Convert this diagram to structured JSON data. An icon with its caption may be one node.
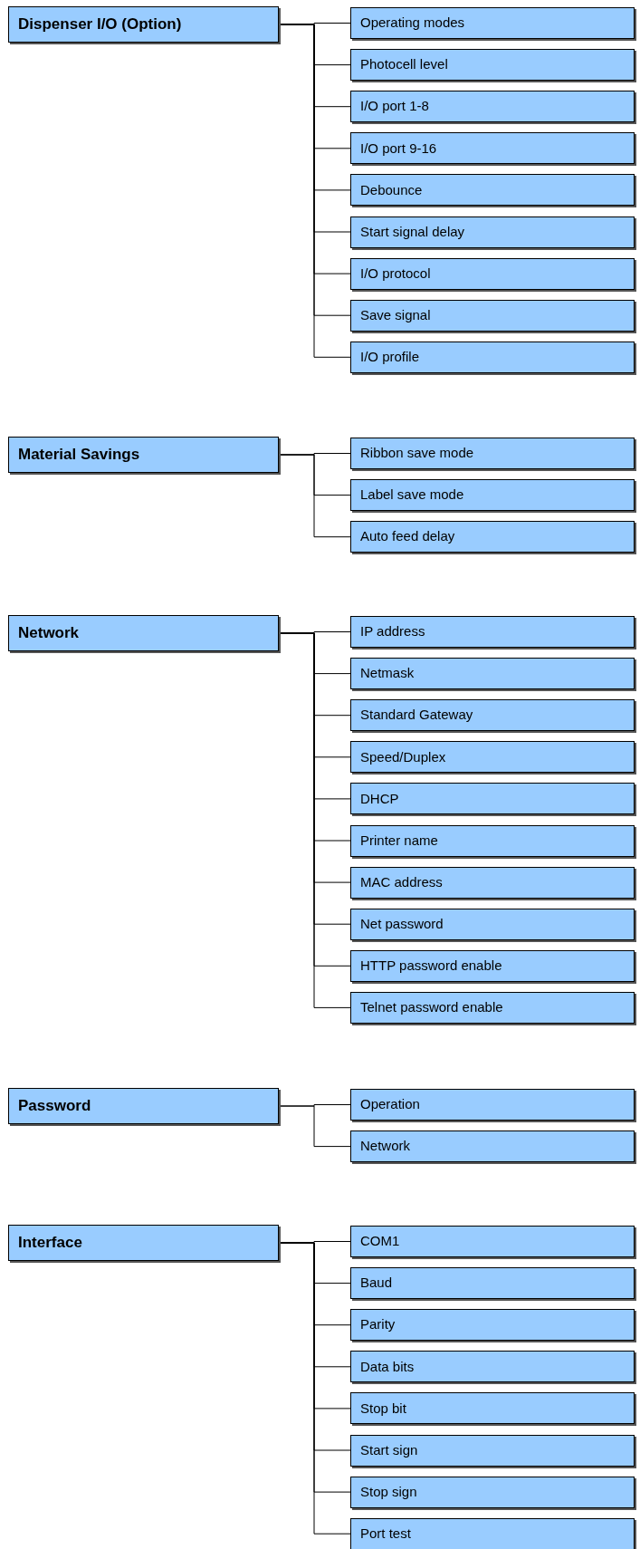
{
  "diagram": {
    "nodes": [
      {
        "text": [
          "Dispenser I/O (Option)"
        ]
      },
      {
        "text": [
          "Operating modes"
        ]
      },
      {
        "text": [
          "Photocell level"
        ]
      },
      {
        "text": [
          "I/O port 1-8"
        ]
      },
      {
        "text": [
          "I/O port 9-16"
        ]
      },
      {
        "text": [
          "Debounce"
        ]
      },
      {
        "text": [
          "Start signal delay"
        ]
      },
      {
        "text": [
          "I/O protocol"
        ]
      },
      {
        "text": [
          "Save signal"
        ]
      },
      {
        "text": [
          "I/O profile"
        ]
      },
      {
        "text": [
          "Material Savings"
        ]
      },
      {
        "text": [
          "Ribbon save mode"
        ]
      },
      {
        "text": [
          "Label save mode"
        ]
      },
      {
        "text": [
          "Auto feed delay"
        ]
      },
      {
        "text": [
          "Network"
        ]
      },
      {
        "text": [
          "IP address"
        ]
      },
      {
        "text": [
          "Netmask"
        ]
      },
      {
        "text": [
          "Standard Gateway"
        ]
      },
      {
        "text": [
          "Speed/Duplex"
        ]
      },
      {
        "text": [
          "DHCP"
        ]
      },
      {
        "text": [
          "Printer name"
        ]
      },
      {
        "text": [
          "MAC address"
        ]
      },
      {
        "text": [
          "Net password"
        ]
      },
      {
        "text": [
          "HTTP password enable"
        ]
      },
      {
        "text": [
          "Telnet password enable"
        ]
      },
      {
        "text": [
          "Password"
        ]
      },
      {
        "text": [
          "Operation"
        ]
      },
      {
        "text": [
          "Network"
        ]
      },
      {
        "text": [
          "Interface"
        ]
      },
      {
        "text": [
          "COM1"
        ]
      },
      {
        "text": [
          "Baud"
        ]
      },
      {
        "text": [
          "Parity"
        ]
      },
      {
        "text": [
          "Data bits"
        ]
      },
      {
        "text": [
          "Stop bit"
        ]
      },
      {
        "text": [
          "Start sign"
        ]
      },
      {
        "text": [
          "Stop sign"
        ]
      },
      {
        "text": [
          "Port test"
        ]
      }
    ],
    "edges": [
      {
        "from": 0,
        "to": 1,
        "arrow": "none"
      },
      {
        "from": 0,
        "to": 2,
        "arrow": "none"
      },
      {
        "from": 0,
        "to": 3,
        "arrow": "none"
      },
      {
        "from": 0,
        "to": 4,
        "arrow": "none"
      },
      {
        "from": 0,
        "to": 5,
        "arrow": "none"
      },
      {
        "from": 0,
        "to": 6,
        "arrow": "none"
      },
      {
        "from": 0,
        "to": 7,
        "arrow": "none"
      },
      {
        "from": 0,
        "to": 8,
        "arrow": "none"
      },
      {
        "from": 0,
        "to": 9,
        "arrow": "none"
      },
      {
        "from": 10,
        "to": 11,
        "arrow": "none"
      },
      {
        "from": 10,
        "to": 12,
        "arrow": "none"
      },
      {
        "from": 10,
        "to": 13,
        "arrow": "none"
      },
      {
        "from": 14,
        "to": 15,
        "arrow": "none"
      },
      {
        "from": 14,
        "to": 16,
        "arrow": "none"
      },
      {
        "from": 14,
        "to": 17,
        "arrow": "none"
      },
      {
        "from": 14,
        "to": 18,
        "arrow": "none"
      },
      {
        "from": 14,
        "to": 19,
        "arrow": "none"
      },
      {
        "from": 14,
        "to": 20,
        "arrow": "none"
      },
      {
        "from": 14,
        "to": 21,
        "arrow": "none"
      },
      {
        "from": 14,
        "to": 22,
        "arrow": "none"
      },
      {
        "from": 14,
        "to": 23,
        "arrow": "none"
      },
      {
        "from": 14,
        "to": 24,
        "arrow": "none"
      },
      {
        "from": 25,
        "to": 26,
        "arrow": "none"
      },
      {
        "from": 25,
        "to": 27,
        "arrow": "none"
      },
      {
        "from": 28,
        "to": 29,
        "arrow": "none"
      },
      {
        "from": 28,
        "to": 30,
        "arrow": "none"
      },
      {
        "from": 28,
        "to": 31,
        "arrow": "none"
      },
      {
        "from": 28,
        "to": 32,
        "arrow": "none"
      },
      {
        "from": 28,
        "to": 33,
        "arrow": "none"
      },
      {
        "from": 28,
        "to": 34,
        "arrow": "none"
      },
      {
        "from": 28,
        "to": 35,
        "arrow": "none"
      },
      {
        "from": 28,
        "to": 36,
        "arrow": "none"
      }
    ]
  }
}
